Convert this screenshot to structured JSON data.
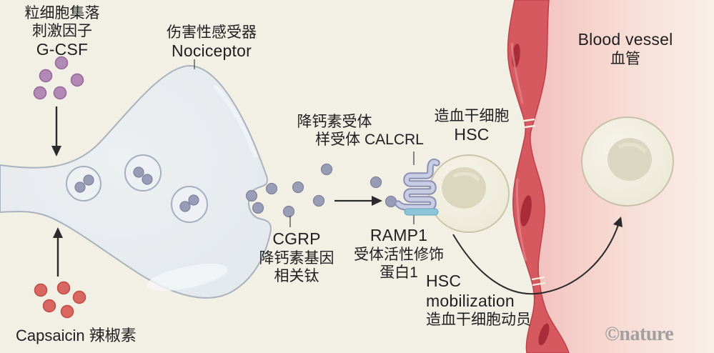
{
  "labels": {
    "gcsf": {
      "line1": "粒细胞集落",
      "line2": "刺激因子",
      "line3": "G-CSF"
    },
    "nociceptor": {
      "line1": "伤害性感受器",
      "line2": "Nociceptor"
    },
    "calcrl": {
      "line1": "降钙素受体",
      "line2": "样受体 CALCRL"
    },
    "hsc": {
      "line1": "造血干细胞",
      "line2": "HSC"
    },
    "blood_vessel": {
      "line1": "Blood vessel",
      "line2": "血管"
    },
    "cgrp": {
      "line1": "CGRP",
      "line2": "降钙素基因",
      "line3": "相关钛"
    },
    "ramp1": {
      "line1": "RAMP1",
      "line2": "受体活性修饰",
      "line3": "蛋白1"
    },
    "hsc_mobilization": {
      "line1": "HSC",
      "line2": "mobilization",
      "line3": "造血干细胞动员"
    },
    "capsaicin": {
      "text": "Capsaicin 辣椒素"
    },
    "watermark": {
      "text": "©nature"
    }
  },
  "molecules": {
    "gcsf_dot_count": 5,
    "capsaicin_dot_count": 5,
    "cgrp_free_dot_count": 9,
    "synaptic_vesicle_count": 3
  },
  "palette": {
    "background": "#f2f0e4",
    "vessel_interior_near_wall": "#f2bcba",
    "vessel_interior_far": "#f9efe9",
    "vessel_wall": "#d6595f",
    "vessel_wall_nucleus": "#a92d38",
    "neuron_fill": "#e9ecef",
    "neuron_stroke": "#a9b2bd",
    "gcsf_dot": "#b289b4",
    "capsaicin_dot": "#d96660",
    "cgrp_dot": "#989cb4",
    "calcrl_receptor": "#c9cde4",
    "ramp1_bar": "#8cc4d9",
    "hsc_cell": "#f0edde",
    "hsc_nucleus": "#dbd7bf",
    "text": "#1f1f1f",
    "watermark": "#a0a0a0"
  }
}
